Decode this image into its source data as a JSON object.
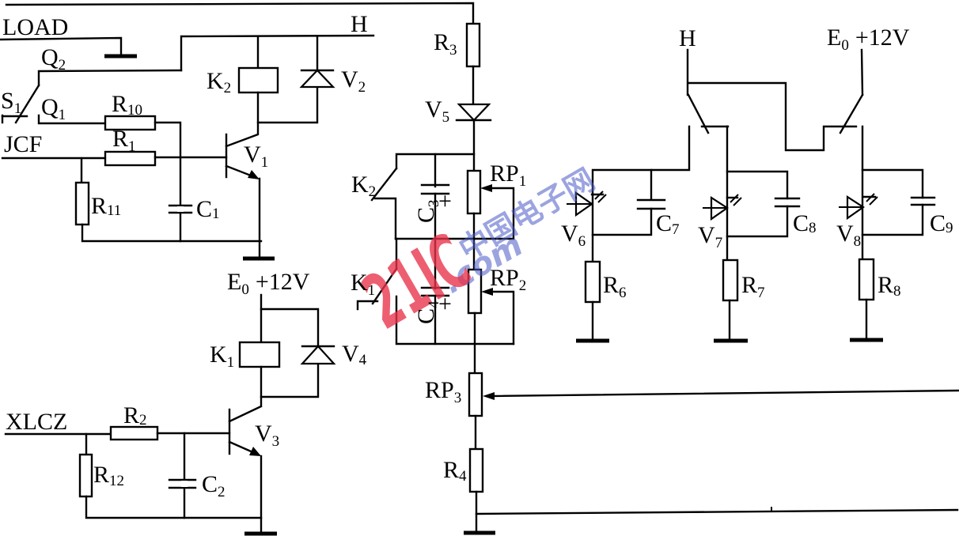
{
  "diagram": {
    "type": "relay control circuit schematic",
    "signals": {
      "load": "LOAD",
      "jcf": "JCF",
      "xlcz": "XLCZ",
      "h_top": "H",
      "h_right": "H",
      "e0_mid": "E",
      "e0_mid_sub": "0",
      "e0_mid_value": "+12V",
      "e0_right": "E",
      "e0_right_sub": "0",
      "e0_right_value": "+12V"
    },
    "components": {
      "Q2": {
        "letter": "Q",
        "sub": "2"
      },
      "Q1": {
        "letter": "Q",
        "sub": "1"
      },
      "S1": {
        "letter": "S",
        "sub": "1"
      },
      "R10": {
        "letter": "R",
        "sub": "10"
      },
      "R1": {
        "letter": "R",
        "sub": "1"
      },
      "R11": {
        "letter": "R",
        "sub": "11"
      },
      "C1": {
        "letter": "C",
        "sub": "1"
      },
      "K2_coil": {
        "letter": "K",
        "sub": "2"
      },
      "V2": {
        "letter": "V",
        "sub": "2"
      },
      "V1": {
        "letter": "V",
        "sub": "1"
      },
      "K1_coil": {
        "letter": "K",
        "sub": "1"
      },
      "V4": {
        "letter": "V",
        "sub": "4"
      },
      "V3": {
        "letter": "V",
        "sub": "3"
      },
      "R2": {
        "letter": "R",
        "sub": "2"
      },
      "R12": {
        "letter": "R",
        "sub": "12"
      },
      "C2": {
        "letter": "C",
        "sub": "2"
      },
      "R3": {
        "letter": "R",
        "sub": "3"
      },
      "V5": {
        "letter": "V",
        "sub": "5"
      },
      "K2_contact": {
        "letter": "K",
        "sub": "2"
      },
      "C3": {
        "letter": "C",
        "sub": "3",
        "polarity": "+"
      },
      "RP1": {
        "letter": "RP",
        "sub": "1"
      },
      "K1_contact": {
        "letter": "K",
        "sub": "1"
      },
      "C4": {
        "letter": "C",
        "sub": "4",
        "polarity": "+"
      },
      "RP2": {
        "letter": "RP",
        "sub": "2"
      },
      "RP3": {
        "letter": "RP",
        "sub": "3"
      },
      "R4": {
        "letter": "R",
        "sub": "4"
      },
      "V6": {
        "letter": "V",
        "sub": "6"
      },
      "C7": {
        "letter": "C",
        "sub": "7"
      },
      "R6": {
        "letter": "R",
        "sub": "6"
      },
      "V7": {
        "letter": "V",
        "sub": "7"
      },
      "C8": {
        "letter": "C",
        "sub": "8"
      },
      "R7": {
        "letter": "R",
        "sub": "7"
      },
      "V8": {
        "letter": "V",
        "sub": "8"
      },
      "C9": {
        "letter": "C",
        "sub": "9"
      },
      "R8": {
        "letter": "R",
        "sub": "8"
      }
    },
    "watermark": {
      "red_text": "21IC",
      "blue_text": "中国电子网",
      "blue_domain": ".com"
    },
    "colors": {
      "ink": "#000000",
      "background": "#ffffff",
      "watermark_red": "#e8324a",
      "watermark_blue": "#4a5bc8"
    }
  }
}
